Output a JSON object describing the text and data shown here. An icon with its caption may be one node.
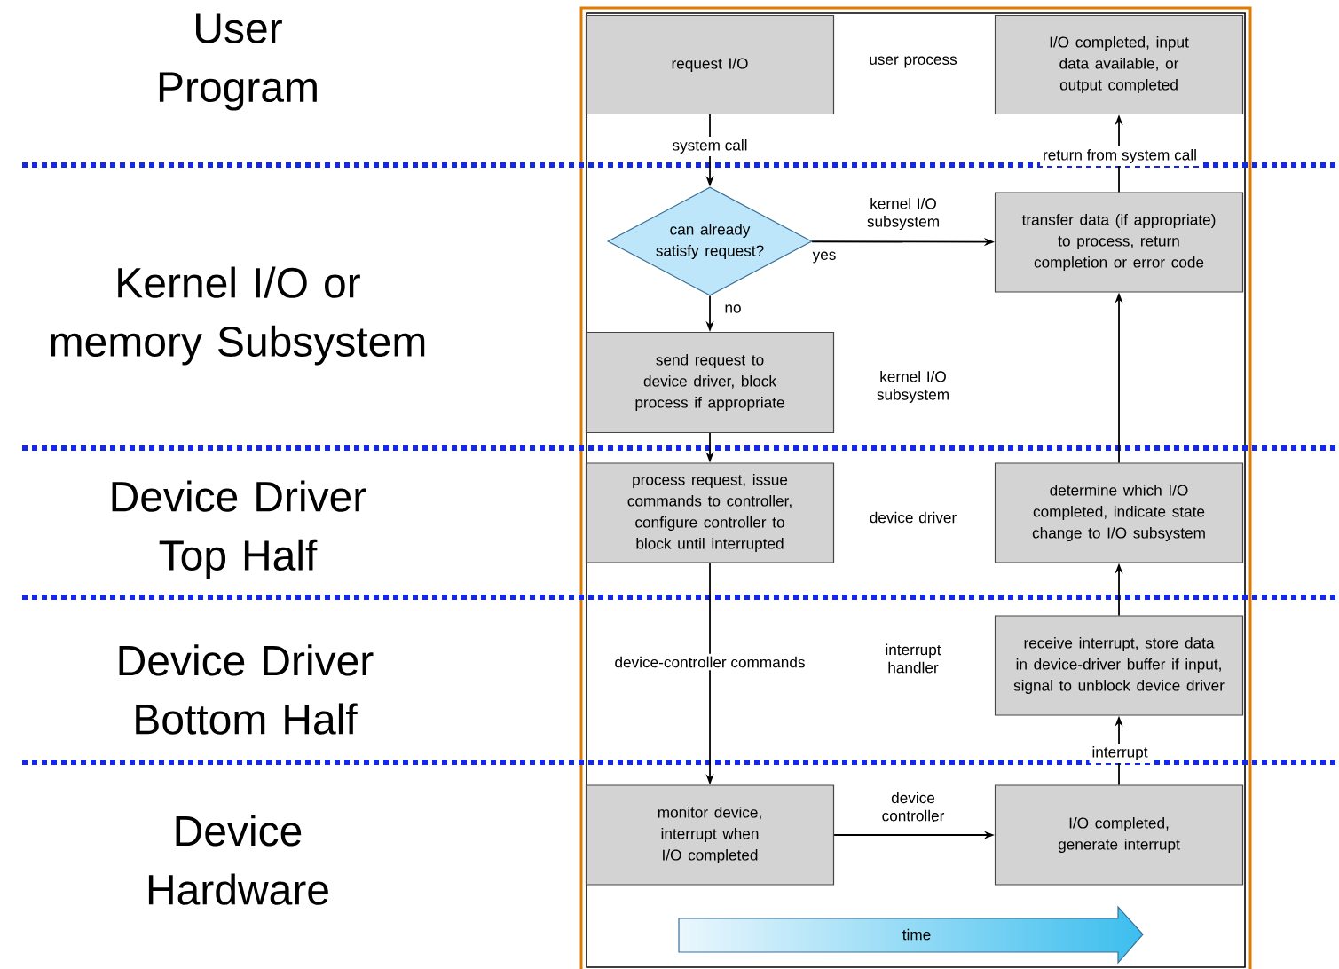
{
  "diagram": {
    "nodes": [
      {
        "text": [
          "request I/O"
        ]
      },
      {
        "text": [
          "I/O completed, input data available, or output completed"
        ]
      },
      {
        "text": [
          "can already satisfy request?"
        ]
      },
      {
        "text": [
          "transfer data (if appropriate) to process, return completion or error code"
        ]
      },
      {
        "text": [
          "send request to device driver, block process if appropriate"
        ]
      },
      {
        "text": [
          "process request, issue commands to controller, configure controller to block until interrupted"
        ]
      },
      {
        "text": [
          "determine which I/O completed, indicate state change to I/O subsystem"
        ]
      },
      {
        "text": [
          "receive interrupt, store data in device-driver buffer if input, signal to unblock device driver"
        ]
      },
      {
        "text": [
          "monitor device, interrupt when I/O completed"
        ]
      },
      {
        "text": [
          "I/O completed, generate interrupt"
        ]
      },
      {
        "text": [
          "time"
        ]
      }
    ],
    "edges": [
      {
        "from": 0,
        "to": 2,
        "arrow": "to",
        "label": "system call"
      },
      {
        "from": 2,
        "to": 3,
        "arrow": "to",
        "label": "yes"
      },
      {
        "from": 2,
        "to": 4,
        "arrow": "to",
        "label": "no"
      },
      {
        "from": 4,
        "to": 5,
        "arrow": "to"
      },
      {
        "from": 5,
        "to": 8,
        "arrow": "to",
        "label": "device-controller commands"
      },
      {
        "from": 8,
        "to": 9,
        "arrow": "to"
      },
      {
        "from": 9,
        "to": 7,
        "arrow": "to",
        "label": "interrupt"
      },
      {
        "from": 7,
        "to": 6,
        "arrow": "to"
      },
      {
        "from": 6,
        "to": 3,
        "arrow": "to"
      },
      {
        "from": 3,
        "to": 1,
        "arrow": "to",
        "label": "return from system call"
      }
    ],
    "labels": [
      "User Program",
      "user process",
      "Kernel I/O or memory Subsystem",
      "kernel I/O subsystem",
      "kernel I/O subsystem",
      "Device Driver Top Half",
      "device driver",
      "Device Driver Bottom Half",
      "interrupt handler",
      "Device Hardware",
      "device controller"
    ]
  }
}
